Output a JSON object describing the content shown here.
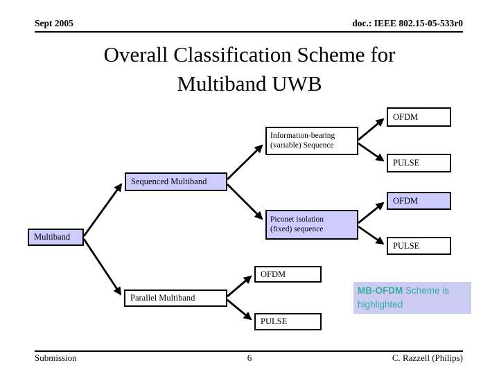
{
  "header": {
    "date": "Sept 2005",
    "doc": "doc.: IEEE 802.15-05-533r0"
  },
  "title": {
    "line1": "Overall Classification Scheme for",
    "line2": "Multiband UWB"
  },
  "diagram": {
    "nodes": {
      "multiband": {
        "label": "Multiband",
        "highlighted": true
      },
      "sequenced": {
        "label": "Sequenced Multiband",
        "highlighted": true
      },
      "info": {
        "line1": "Information-bearing",
        "line2": "(variable) Sequence",
        "highlighted": false
      },
      "piconet": {
        "line1": "Piconet isolation",
        "line2": "(fixed) sequence",
        "highlighted": true
      },
      "parallel": {
        "label": "Parallel Multiband",
        "highlighted": false
      },
      "ofdm_info": {
        "label": "OFDM",
        "highlighted": false
      },
      "pulse_info": {
        "label": "PULSE",
        "highlighted": false
      },
      "ofdm_piconet": {
        "label": "OFDM",
        "highlighted": true
      },
      "pulse_piconet": {
        "label": "PULSE",
        "highlighted": false
      },
      "ofdm_parallel": {
        "label": "OFDM",
        "highlighted": false
      },
      "pulse_parallel": {
        "label": "PULSE",
        "highlighted": false
      }
    },
    "colors": {
      "highlight_fill": "#ccccff",
      "plain_fill": "#ffffff",
      "border": "#000000",
      "arrow": "#000000"
    }
  },
  "note": {
    "emphasis": "MB-OFDM",
    "rest": " Scheme is highlighted",
    "text_color": "#35ada0",
    "background": "#ccccf2"
  },
  "footer": {
    "left": "Submission",
    "page": "6",
    "right": "C. Razzell (Philips)"
  }
}
